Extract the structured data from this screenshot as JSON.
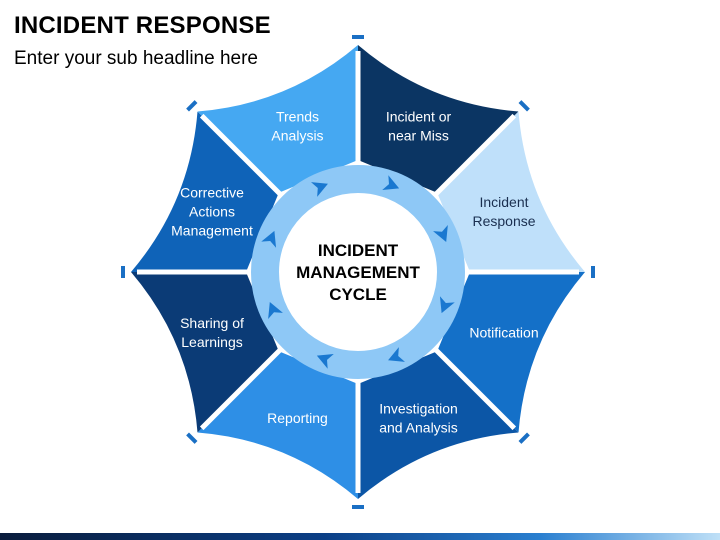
{
  "header": {
    "title": "INCIDENT RESPONSE",
    "subtitle": "Enter your sub headline here"
  },
  "diagram": {
    "center_lines": [
      "INCIDENT",
      "MANAGEMENT",
      "CYCLE"
    ],
    "segments": [
      {
        "id": "incident-or-near-miss",
        "lines": [
          "Incident or",
          "near Miss"
        ],
        "color": "#0b3563",
        "text_color": "#ffffff"
      },
      {
        "id": "incident-response",
        "lines": [
          "Incident",
          "Response"
        ],
        "color": "#bfe0fa",
        "text_color": "#1a2f50"
      },
      {
        "id": "notification",
        "lines": [
          "Notification"
        ],
        "color": "#1470c8",
        "text_color": "#ffffff"
      },
      {
        "id": "investigation-and-analysis",
        "lines": [
          "Investigation",
          "and Analysis"
        ],
        "color": "#0c56a6",
        "text_color": "#ffffff"
      },
      {
        "id": "reporting",
        "lines": [
          "Reporting"
        ],
        "color": "#2e8fe6",
        "text_color": "#ffffff"
      },
      {
        "id": "sharing-of-learnings",
        "lines": [
          "Sharing of",
          "Learnings"
        ],
        "color": "#0b3b76",
        "text_color": "#ffffff"
      },
      {
        "id": "corrective-actions-management",
        "lines": [
          "Corrective",
          "Actions",
          "Management"
        ],
        "color": "#0f63b8",
        "text_color": "#ffffff"
      },
      {
        "id": "trends-analysis",
        "lines": [
          "Trends",
          "Analysis"
        ],
        "color": "#45a8f2",
        "text_color": "#ffffff"
      }
    ],
    "colors": {
      "ring": "#8ec8f6",
      "arrow": "#1a78d0",
      "tick": "#1a6fc4",
      "center_fill": "#ffffff"
    }
  }
}
